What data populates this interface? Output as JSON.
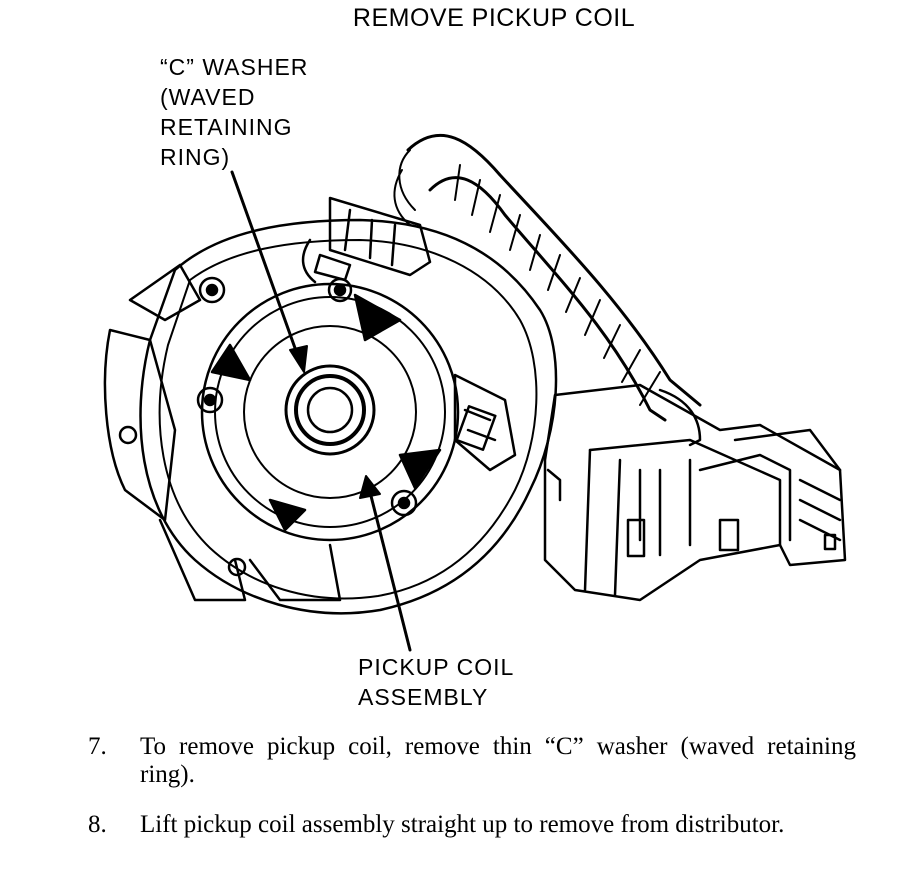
{
  "figure": {
    "title": "REMOVE PICKUP COIL",
    "callouts": {
      "washer": [
        "“C” WASHER",
        "(WAVED",
        "RETAINING",
        "RING)"
      ],
      "coil": [
        "PICKUP COIL",
        "ASSEMBLY"
      ]
    }
  },
  "steps": [
    {
      "number": "7.",
      "text": "To remove pickup coil, remove thin “C” washer (waved retaining ring)."
    },
    {
      "number": "8.",
      "text": "Lift pickup coil assembly straight up to remove from distributor."
    }
  ]
}
